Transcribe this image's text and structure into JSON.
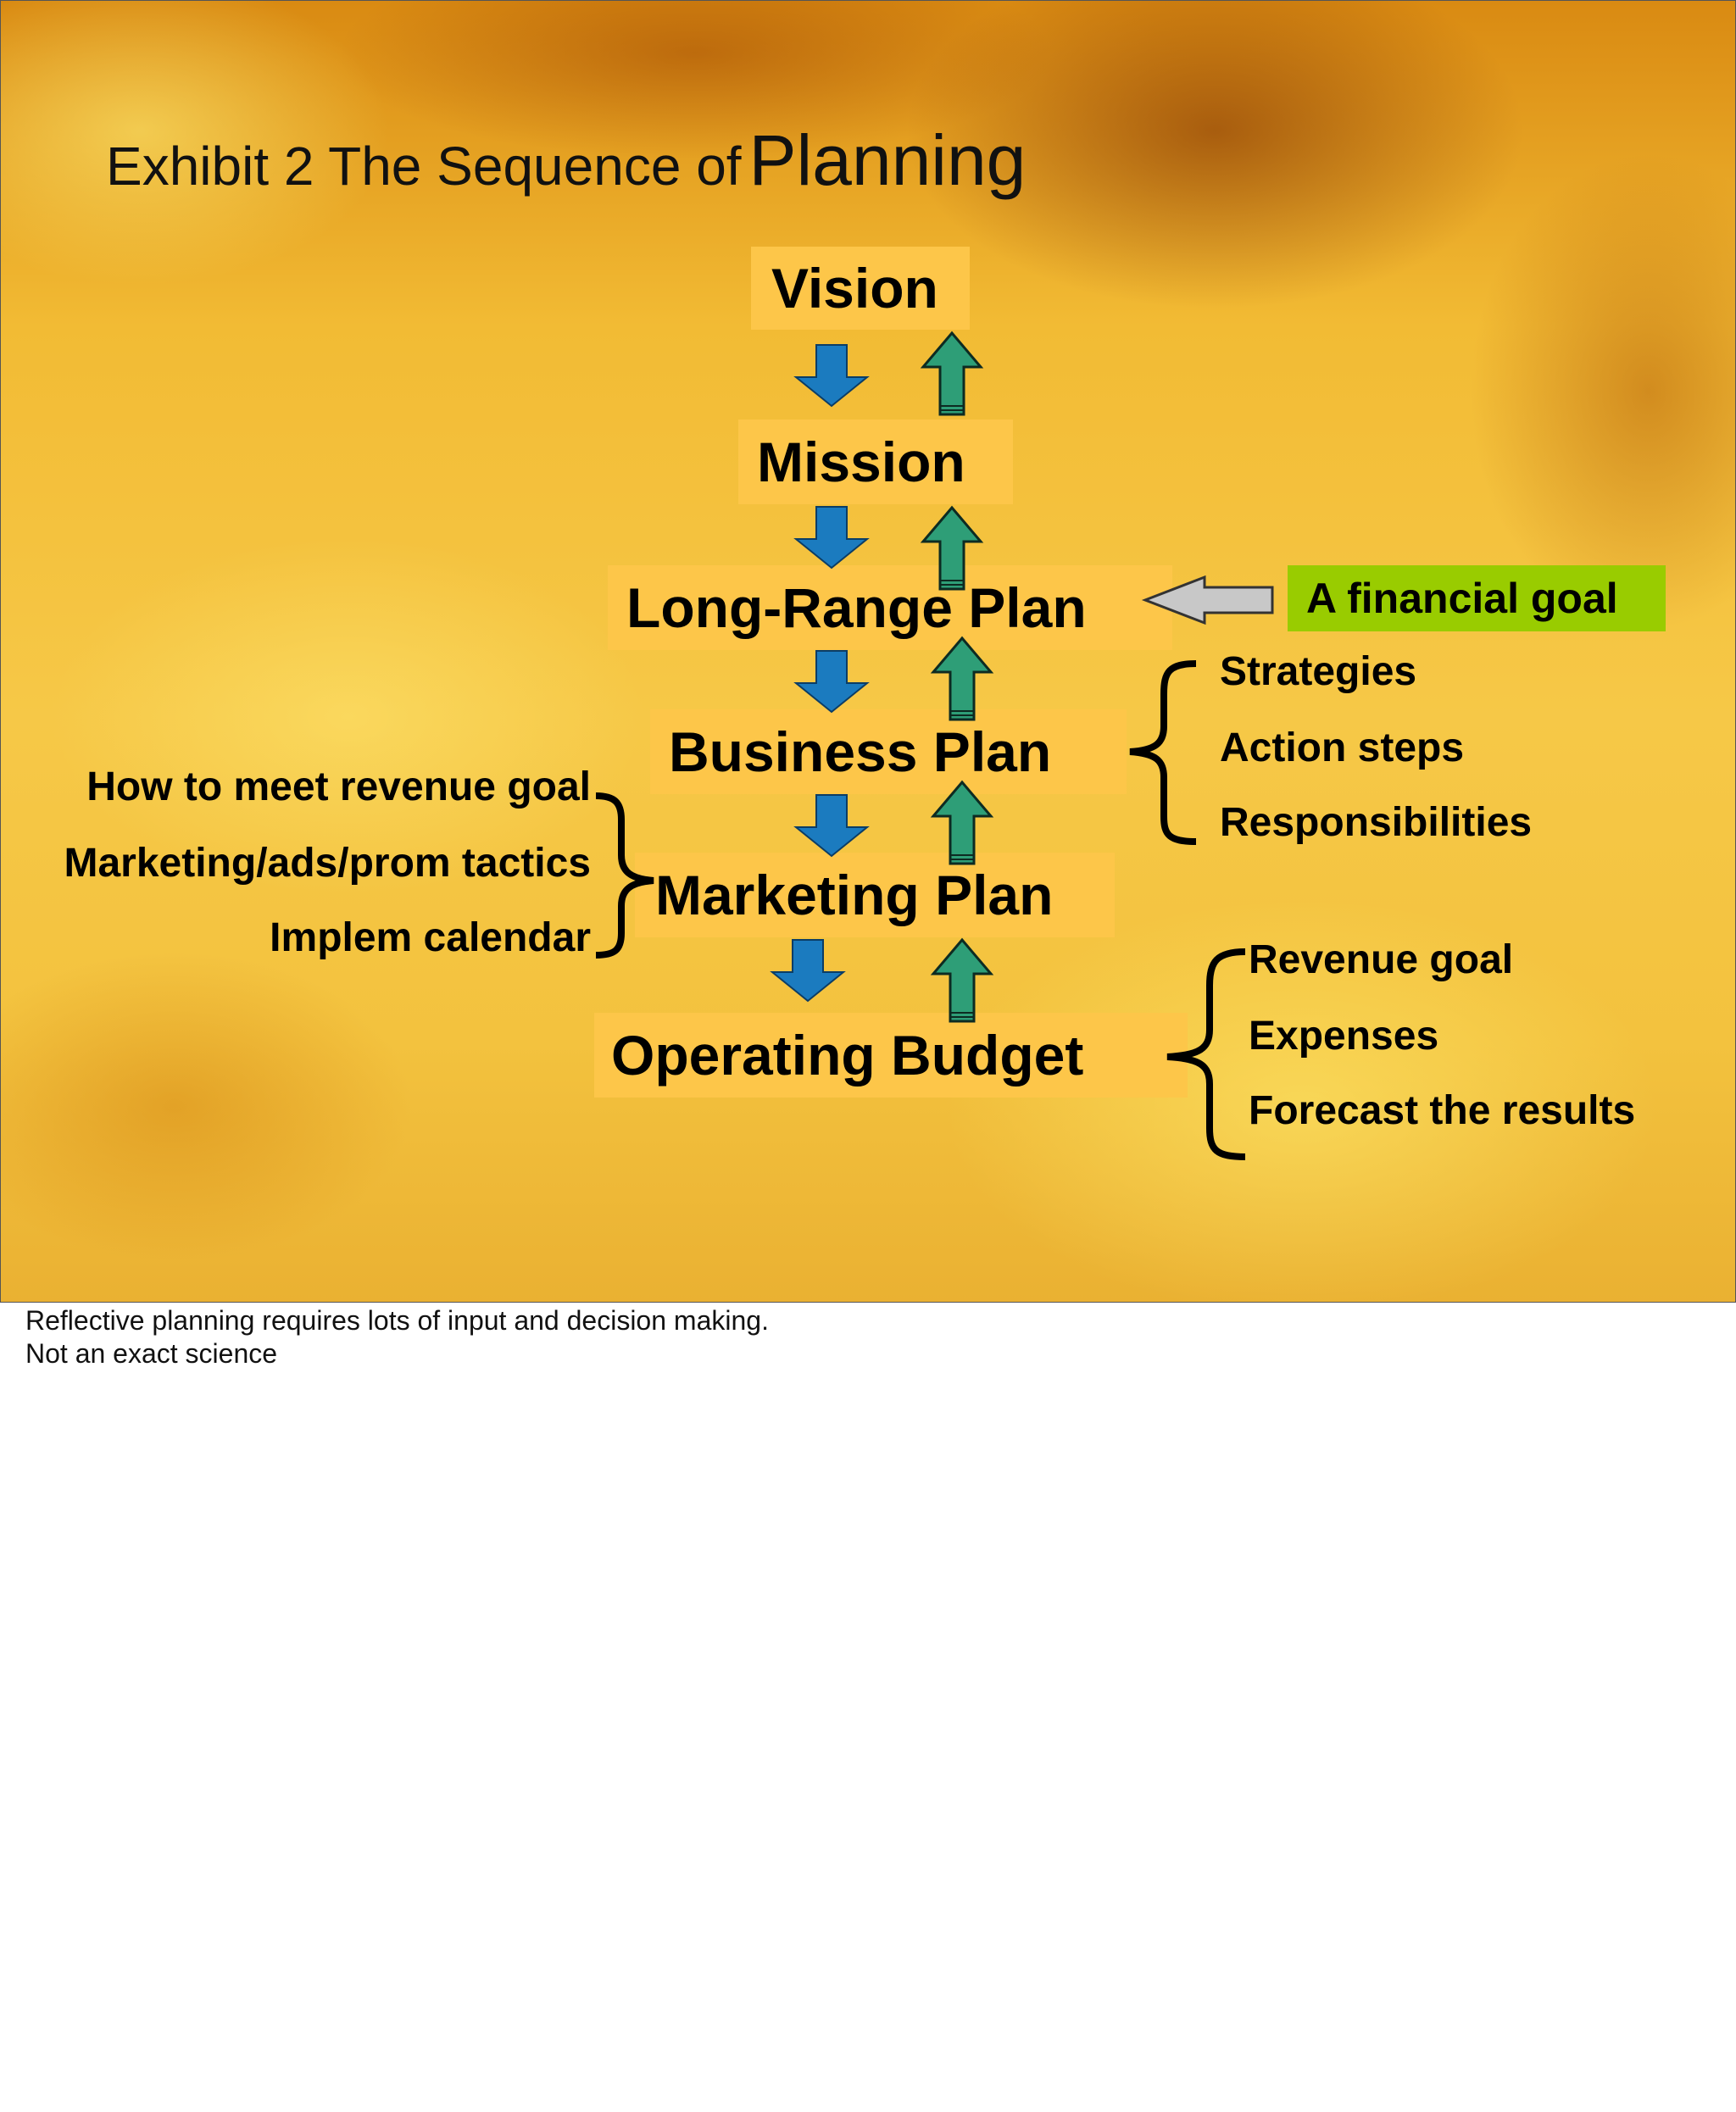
{
  "title": {
    "part1": "Exhibit 2 The Sequence of",
    "part2": "Planning"
  },
  "boxes": {
    "vision": "Vision",
    "mission": "Mission",
    "long_range_plan": "Long-Range Plan",
    "business_plan": "Business Plan",
    "marketing_plan": "Marketing Plan",
    "operating_budget": "Operating Budget"
  },
  "financial_goal": "A financial goal",
  "business_plan_items": [
    "Strategies",
    "Action steps",
    "Responsibilities"
  ],
  "marketing_plan_items": [
    "How to meet revenue goal",
    "Marketing/ads/prom tactics",
    "Implem calendar"
  ],
  "operating_budget_items": [
    "Revenue goal",
    "Expenses",
    "Forecast the results"
  ],
  "notes": [
    "Reflective planning requires lots of input and decision making.",
    "Not an exact science"
  ],
  "colors": {
    "box_fill": "#fdc649",
    "goal_fill": "#99cc00",
    "down_arrow": "#1b7bbf",
    "up_arrow": "#2e9e77",
    "left_arrow": "#c8c8c8"
  }
}
